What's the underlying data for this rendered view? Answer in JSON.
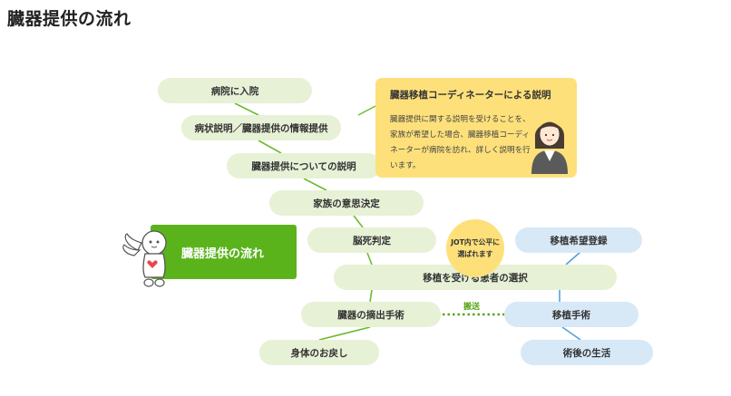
{
  "title": "臓器提供の流れ",
  "side_label": "臓器提供の流れ",
  "steps": {
    "admission": "病院に入院",
    "explanation": "病状説明／臓器提供の情報提供",
    "donation_explanation": "臓器提供についての説明",
    "family_decision": "家族の意思決定",
    "brain_death": "脳死判定",
    "recipient_selection": "移植を受ける患者の選択",
    "extraction": "臓器の摘出手術",
    "return_body": "身体のお戻し",
    "registration": "移植希望登録",
    "transplant_surgery": "移植手術",
    "post_surgery": "術後の生活"
  },
  "jot": {
    "line1": "JOT内で公平に",
    "line2": "選ばれます"
  },
  "transport_label": "搬送",
  "callout": {
    "title": "臓器移植コーディネーターによる説明",
    "text": "臓器提供に関する説明を受けることを、家族が希望した場合、臓器移植コーディネーターが病院を訪れ、詳しく説明を行います。"
  },
  "colors": {
    "green_pill": "#e6f1d6",
    "blue_pill": "#d7e9f7",
    "accent_green": "#5bb31c",
    "callout_yellow": "#fde07a"
  }
}
